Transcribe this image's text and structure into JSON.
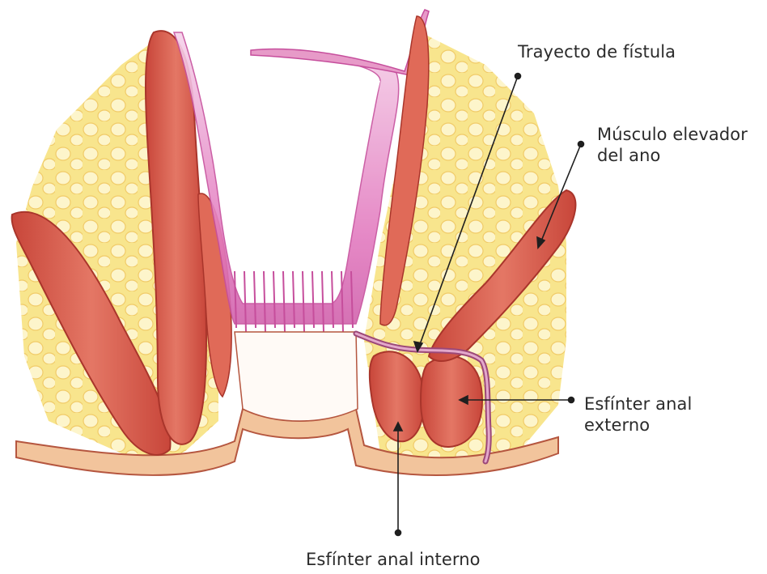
{
  "labels": {
    "fistula_tract": "Trayecto de fístula",
    "levator_ani": {
      "line1": "Músculo elevador",
      "line2": "del ano"
    },
    "external_sphincter": {
      "line1": "Esfínter anal",
      "line2": "externo"
    },
    "internal_sphincter": "Esfínter anal interno"
  },
  "colors": {
    "muscle": "#d9584a",
    "muscle_dark": "#b83a30",
    "muscle_light": "#ee8a74",
    "mucosa": "#e37cc0",
    "mucosa_dark": "#c64e9c",
    "fat": "#f7e27a",
    "fat_light": "#fdf3c0",
    "skin": "#f4c9a0",
    "fistula": "#b8608e",
    "leader": "#1f1f1f"
  }
}
